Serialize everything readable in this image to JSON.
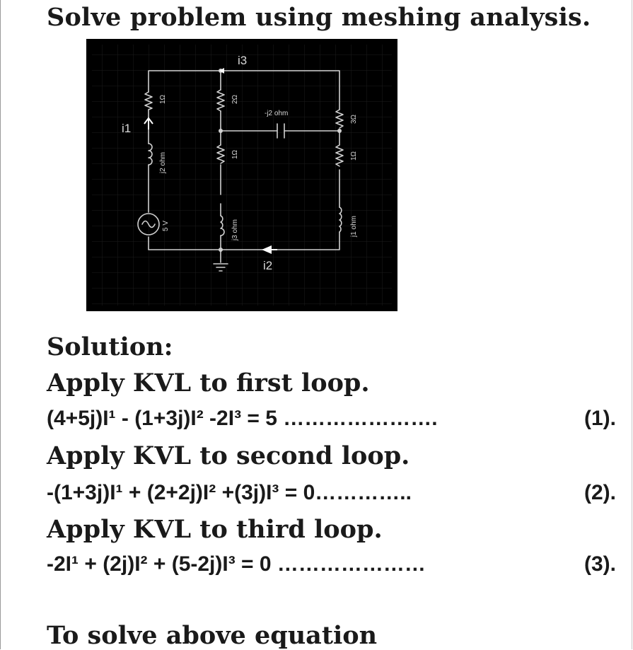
{
  "title": "Solve problem using meshing analysis.",
  "circuit": {
    "mesh_currents": [
      "i1",
      "i2",
      "i3"
    ],
    "labels": {
      "r1": "1Ω",
      "l1": "j2 ohm",
      "source": "5 V",
      "r2": "2Ω",
      "r3": "1Ω",
      "l2": "j3 ohm",
      "cap": "-j2 ohm",
      "r4": "3Ω",
      "r5": "1Ω",
      "l3": "j1 ohm"
    }
  },
  "solution": {
    "heading": "Solution:",
    "steps": [
      {
        "title": "Apply KVL to first loop.",
        "equation": "(4+5j)I¹ - (1+3j)I² -2I³ = 5",
        "leader": "………………….",
        "tag": "(1)."
      },
      {
        "title": "Apply KVL to second loop.",
        "equation": "-(1+3j)I¹ + (2+2j)I² +(3j)I³ = 0",
        "leader": "…………..",
        "tag": "(2)."
      },
      {
        "title": "Apply KVL to third loop.",
        "equation": "-2I¹ + (2j)I² + (5-2j)I³ = 0",
        "leader": "…………………",
        "tag": "(3)."
      }
    ],
    "footer": "To solve above equation"
  },
  "colors": {
    "figure_bg": "#000000",
    "wire": "#d0d0d0",
    "grid": "#1c1c1c",
    "text": "#1a1a1a"
  }
}
